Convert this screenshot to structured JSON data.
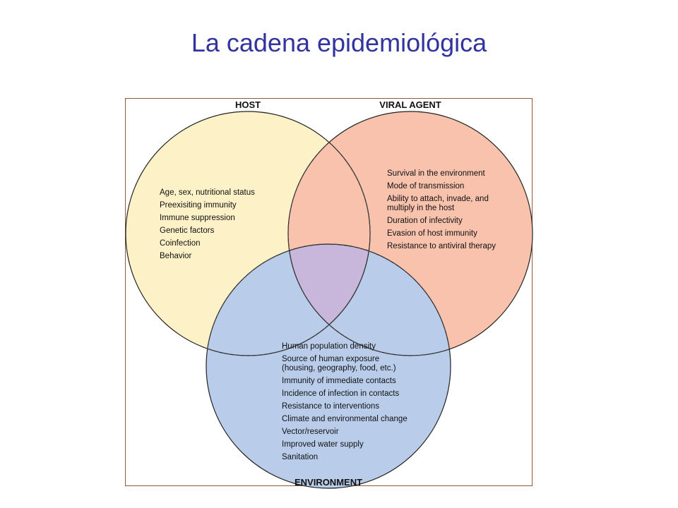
{
  "title": "La cadena epidemiológica",
  "colors": {
    "title": "#3333a0",
    "host_fill": "#fdf1c7",
    "agent_fill": "#f8c2ad",
    "environment_fill": "#b9cdeb",
    "triple_overlap_fill": "#c8b6db",
    "frame_border": "#8a5a3c"
  },
  "diagram": {
    "host": {
      "label": "HOST",
      "items": [
        "Age, sex, nutritional status",
        "Preexisiting immunity",
        "Immune suppression",
        "Genetic factors",
        "Coinfection",
        "Behavior"
      ]
    },
    "viral_agent": {
      "label": "VIRAL AGENT",
      "items": [
        "Survival in the environment",
        "Mode of transmission",
        "Ability to attach, invade, and",
        "multiply in the host",
        "Duration of infectivity",
        "Evasion of host immunity",
        "Resistance to antiviral therapy"
      ]
    },
    "environment": {
      "label": "ENVIRONMENT",
      "items": [
        "Human population density",
        "Source of human exposure",
        "(housing, geography, food, etc.)",
        "Immunity of immediate contacts",
        "Incidence of infection in contacts",
        "Resistance to interventions",
        "Climate and environmental change",
        "Vector/reservoir",
        "Improved water supply",
        "Sanitation"
      ]
    }
  }
}
